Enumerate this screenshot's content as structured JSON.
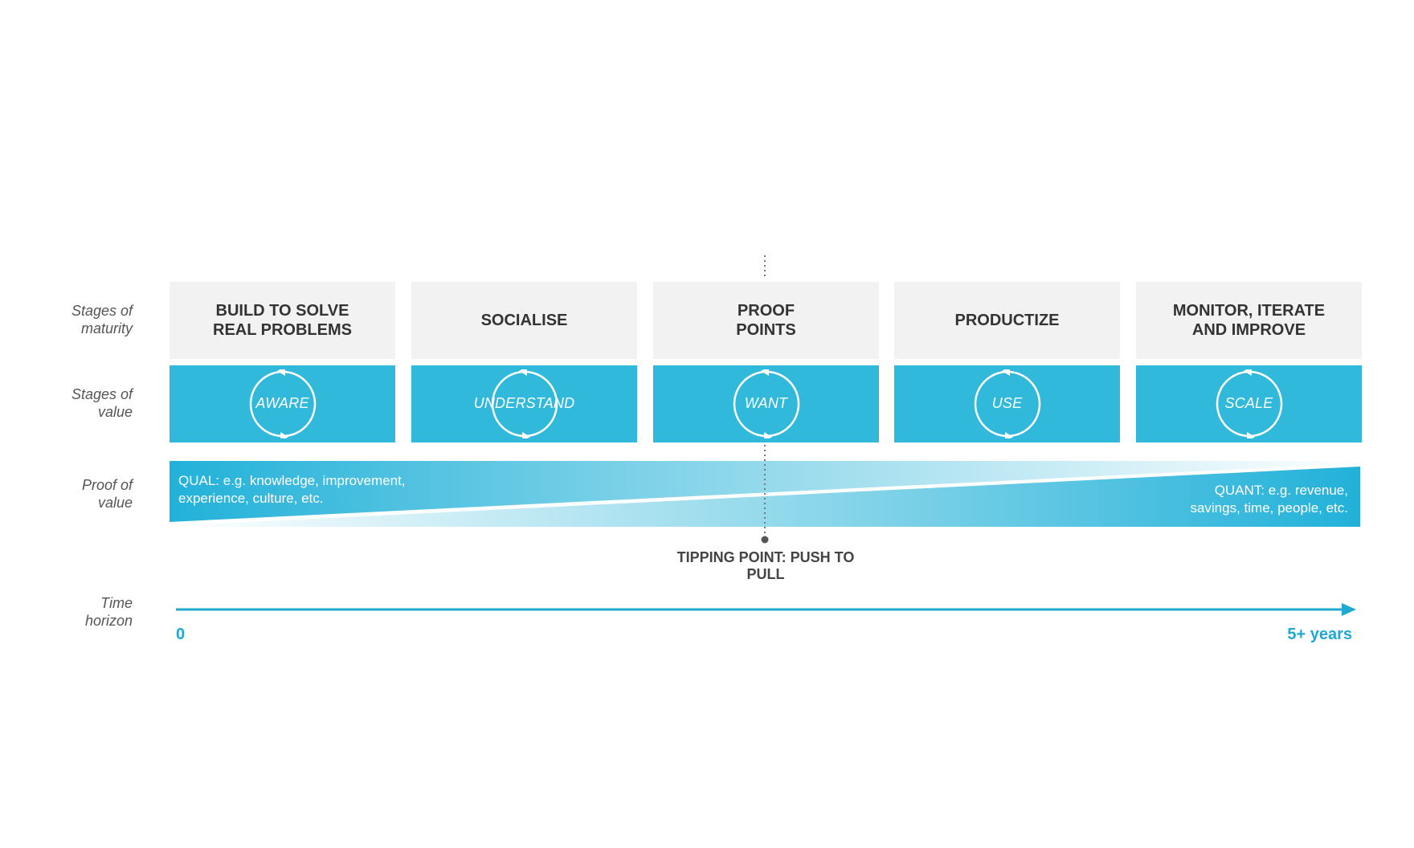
{
  "row_labels": {
    "maturity": [
      "Stages of",
      "maturity"
    ],
    "value": [
      "Stages of",
      "value"
    ],
    "proof": [
      "Proof of",
      "value"
    ],
    "time": [
      "Time",
      "horizon"
    ]
  },
  "stages": [
    {
      "maturity": "BUILD TO SOLVE\nREAL PROBLEMS",
      "value": "AWARE"
    },
    {
      "maturity": "SOCIALISE",
      "value": "UNDERSTAND"
    },
    {
      "maturity": "PROOF\nPOINTS",
      "value": "WANT"
    },
    {
      "maturity": "PRODUCTIZE",
      "value": "USE"
    },
    {
      "maturity": "MONITOR, ITERATE\nAND IMPROVE",
      "value": "SCALE"
    }
  ],
  "proof": {
    "qual": [
      "QUAL: e.g. knowledge, improvement,",
      "experience, culture, etc."
    ],
    "quant": [
      "QUANT: e.g. revenue,",
      "savings, time, people, etc."
    ]
  },
  "tipping_point": "TIPPING POINT: PUSH TO PULL",
  "time_axis": {
    "start": "0",
    "end": "5+ years"
  },
  "colors": {
    "accent": "#31b9dc",
    "axis": "#1fa8d2",
    "box_gray": "#f2f2f2",
    "text_dark": "#333333"
  },
  "icons": {
    "cycle": "cycle-arrows-icon",
    "arrowhead": "arrow-right-icon"
  }
}
